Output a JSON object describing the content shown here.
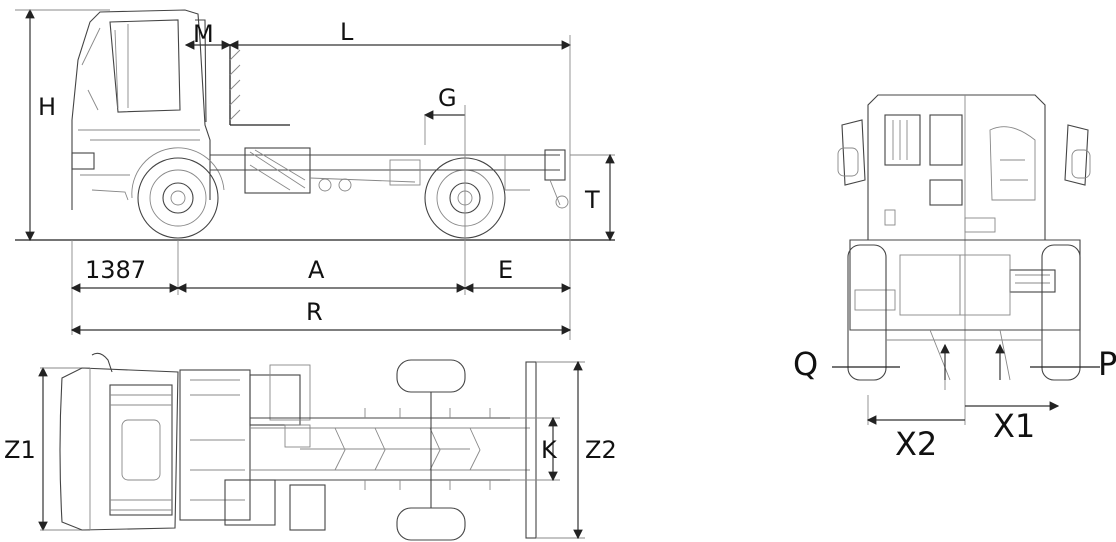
{
  "labels": {
    "M": "M",
    "L": "L",
    "H": "H",
    "G": "G",
    "T": "T",
    "wheel_offset": "1387",
    "A": "A",
    "E": "E",
    "R": "R",
    "Z1": "Z1",
    "K": "K",
    "Z2": "Z2",
    "Q": "Q",
    "P": "P",
    "X1": "X1",
    "X2": "X2"
  }
}
